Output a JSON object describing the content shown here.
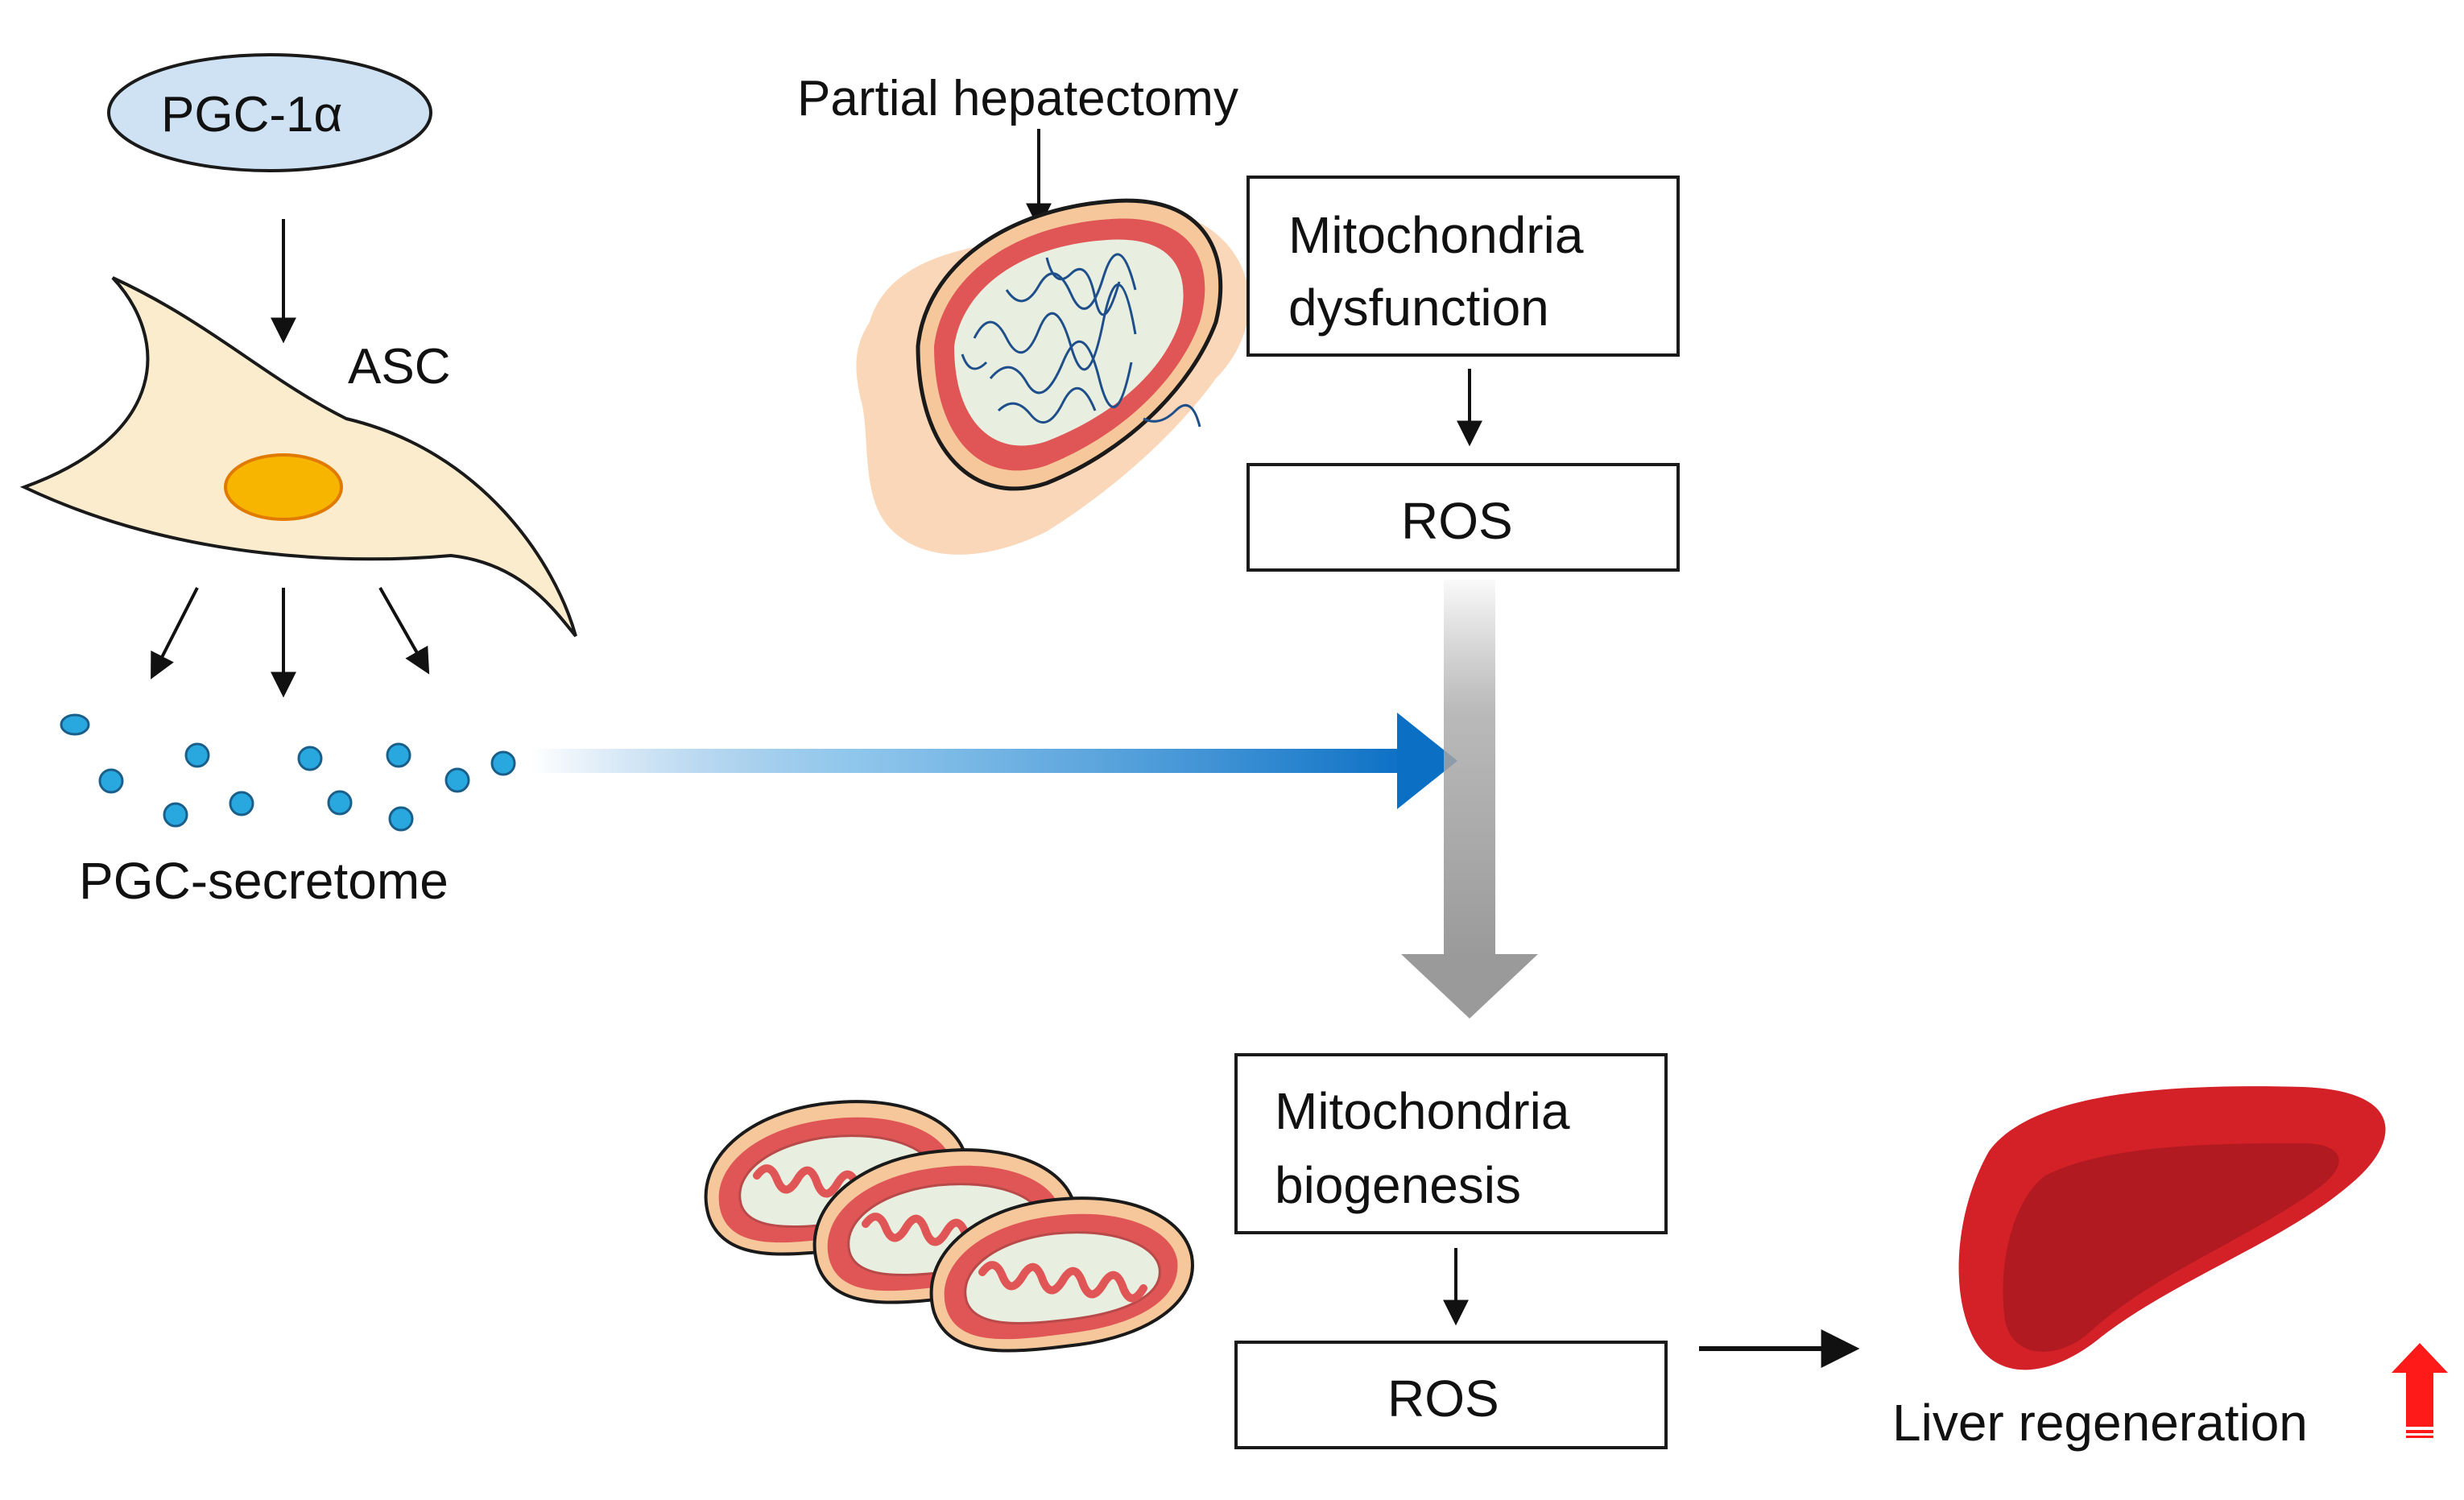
{
  "labels": {
    "pgc1a": "PGC-1α",
    "asc": "ASC",
    "pgc_secretome": "PGC-secretome",
    "partial_hepatectomy": "Partial hepatectomy",
    "mito_dysfunction_line1": "Mitochondria",
    "mito_dysfunction_line2": "dysfunction",
    "ros_top": "ROS",
    "mito_biogenesis_line1": "Mitochondria",
    "mito_biogenesis_line2": "biogenesis",
    "ros_bottom": "ROS",
    "liver_regeneration": "Liver regeneration"
  },
  "colors": {
    "increase_arrow": "#ff1a1a",
    "decrease_arrow": "#1a7fd4",
    "flow_arrow_blue": "#0b6fc4",
    "flow_arrow_gray": "#9a9a9a",
    "secretome_dots": "#29a8e0",
    "pgc_ellipse_fill": "#cfe2f3",
    "cell_fill": "#fbeccd",
    "nucleus_fill": "#f7b500",
    "liver_fill": "#d42027",
    "mito_red": "#e05555",
    "mito_matrix": "#e9efe0"
  },
  "icons": {
    "up_indicator": "up-arrow-icon",
    "down_indicator": "down-arrow-icon"
  }
}
